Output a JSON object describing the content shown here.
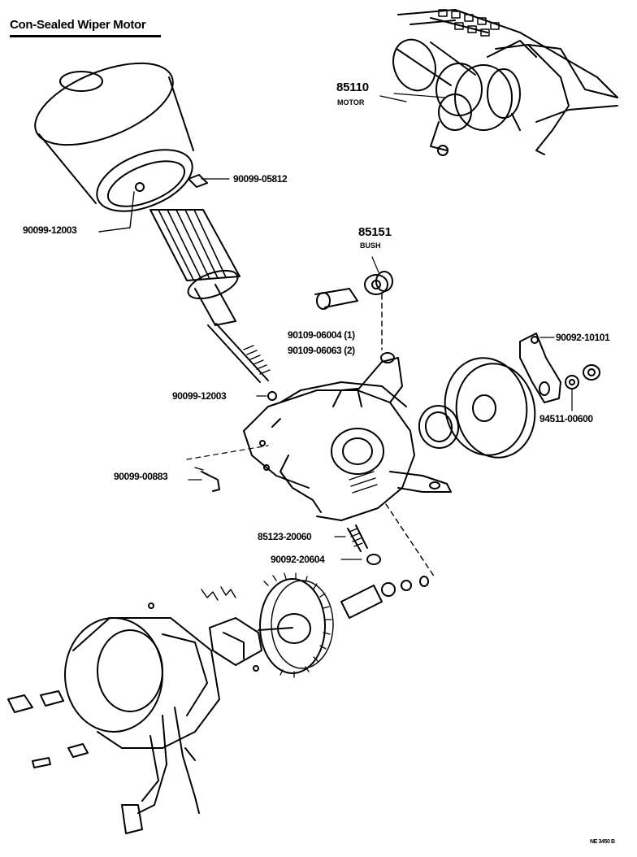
{
  "title": "Con-Sealed Wiper Motor",
  "callouts": {
    "motor_number": "85110",
    "motor_name": "MOTOR",
    "cover_gasket": "90099-05812",
    "upper_ball": "90099-12003",
    "bush_number": "85151",
    "bush_name": "BUSH",
    "bolt_1": "90109-06004 (1)",
    "bolt_2": "90109-06063 (2)",
    "nut": "90092-10101",
    "lower_ball": "90099-12003",
    "washer": "94511-00600",
    "screw": "90099-00883",
    "spring": "85123-20060",
    "cap_nut": "90092-20604"
  },
  "corner_code": "NE 3450 B"
}
